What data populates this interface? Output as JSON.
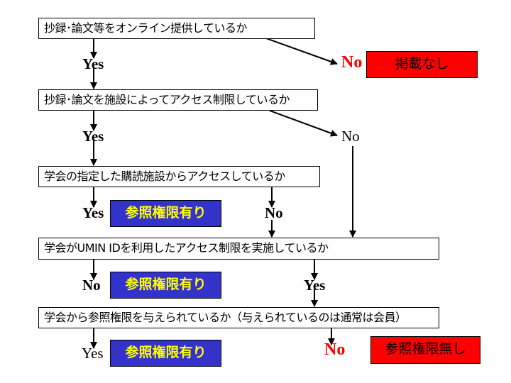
{
  "flowchart": {
    "questions": [
      {
        "id": "q1",
        "text": "抄録･論文等をオンライン提供しているか"
      },
      {
        "id": "q2",
        "text": "抄録･論文を施設によってアクセス制限しているか"
      },
      {
        "id": "q3",
        "text": "学会の指定した購読施設からアクセスしているか"
      },
      {
        "id": "q4",
        "text": "学会がUMIN IDを利用したアクセス制限を実施しているか"
      },
      {
        "id": "q5",
        "text": "学会から参照権限を与えられているか（与えられているのは通常は会員）"
      }
    ],
    "results": {
      "not_listed": {
        "text": "掲載なし",
        "color": "#ff0000"
      },
      "granted_1": {
        "text": "参照権限有り",
        "color": "#3333cc",
        "text_color": "#ffff00"
      },
      "granted_2": {
        "text": "参照権限有り",
        "color": "#3333cc",
        "text_color": "#ffff00"
      },
      "granted_3": {
        "text": "参照権限有り",
        "color": "#3333cc",
        "text_color": "#ffff00"
      },
      "denied": {
        "text": "参照権限無し",
        "color": "#ff0000"
      }
    },
    "branch_labels": {
      "q1_yes": "Yes",
      "q1_no": "No",
      "q2_yes": "Yes",
      "q2_no": "No",
      "q3_yes": "Yes",
      "q3_no": "No",
      "q4_no": "No",
      "q4_yes": "Yes",
      "q5_yes": "Yes",
      "q5_no": "No"
    },
    "edges": [
      {
        "from": "q1",
        "to": "q2",
        "label": "Yes"
      },
      {
        "from": "q1",
        "to": "not_listed",
        "label": "No"
      },
      {
        "from": "q2",
        "to": "q3",
        "label": "Yes"
      },
      {
        "from": "q2",
        "to": "q4",
        "label": "No"
      },
      {
        "from": "q3",
        "to": "granted_1",
        "label": "Yes"
      },
      {
        "from": "q3",
        "to": "q4",
        "label": "No"
      },
      {
        "from": "q4",
        "to": "granted_2",
        "label": "No"
      },
      {
        "from": "q4",
        "to": "q5",
        "label": "Yes"
      },
      {
        "from": "q5",
        "to": "granted_3",
        "label": "Yes"
      },
      {
        "from": "q5",
        "to": "denied",
        "label": "No"
      }
    ]
  }
}
